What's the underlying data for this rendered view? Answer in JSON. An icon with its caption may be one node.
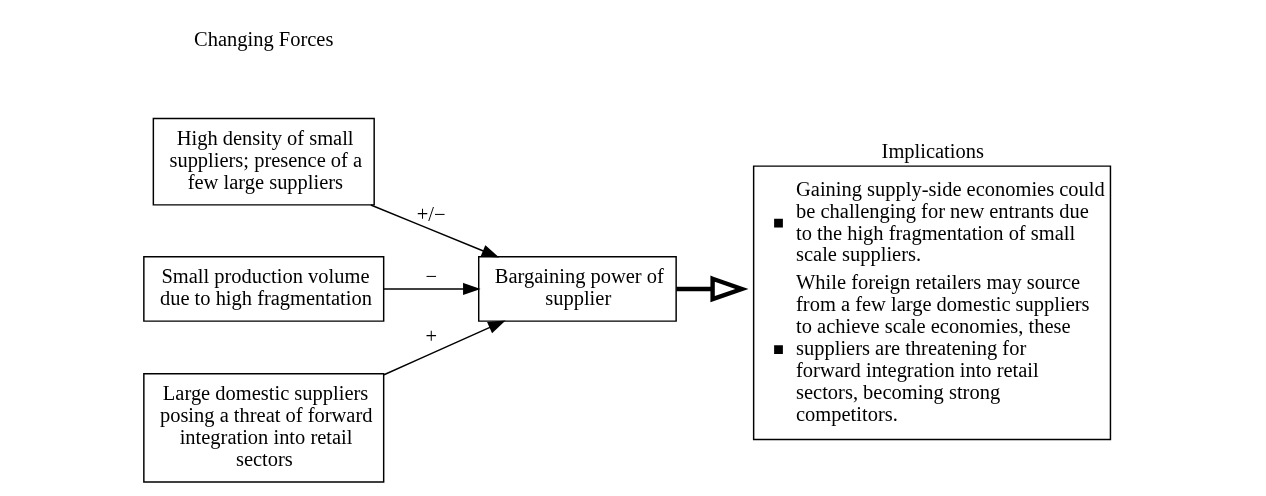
{
  "diagram": {
    "nodes": [
      {
        "text": [
          "High density of small suppliers; presence of a few large suppliers"
        ]
      },
      {
        "text": [
          "Small production volume due to high fragmentation"
        ]
      },
      {
        "text": [
          "Large domestic suppliers posing a threat of forward integration into retail sectors"
        ]
      },
      {
        "text": [
          "Bargaining power of supplier"
        ]
      },
      {
        "text": [
          "Implications",
          "Gaining supply-side economies could be challenging for new entrants due to the high fragmentation of small scale suppliers.",
          "While foreign retailers may source from a few large domestic suppliers to achieve scale economies, these suppliers are threatening for forward integration into retail sectors, becoming strong competitors."
        ]
      }
    ],
    "edges": [
      {
        "from": 0,
        "to": 3,
        "arrow": "to",
        "label": "+/−"
      },
      {
        "from": 1,
        "to": 3,
        "arrow": "to",
        "label": "−"
      },
      {
        "from": 2,
        "to": 3,
        "arrow": "to",
        "label": "+"
      },
      {
        "from": 3,
        "to": 4,
        "arrow": "to",
        "style": "thick"
      }
    ],
    "labels": [
      "Changing Forces"
    ]
  }
}
